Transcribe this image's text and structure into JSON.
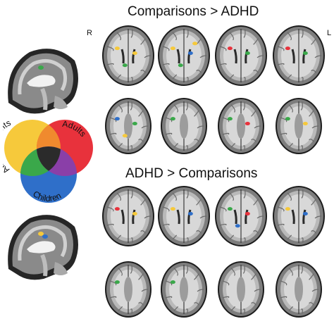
{
  "titles": {
    "top": "Comparisons > ADHD",
    "bottom": "ADHD > Comparisons"
  },
  "orientation": {
    "right": "R",
    "left": "L"
  },
  "legend": {
    "circles": [
      {
        "label": "All Participants",
        "color": "#f6c93b"
      },
      {
        "label": "Adults",
        "color": "#e8323c"
      },
      {
        "label": "Children",
        "color": "#2f6fc9"
      }
    ],
    "overlap_colors": {
      "participants_adults": "#f08a2e",
      "participants_children": "#3aa84a",
      "adults_children": "#8a3fa8",
      "all": "#2b2b2b"
    }
  },
  "top_panel": {
    "slices": [
      {
        "blobs": [
          {
            "color": "#f6c93b"
          },
          {
            "color": "#f6c93b"
          },
          {
            "color": "#3aa84a"
          }
        ]
      },
      {
        "blobs": [
          {
            "color": "#f6c93b"
          },
          {
            "color": "#2f6fc9"
          },
          {
            "color": "#3aa84a"
          },
          {
            "color": "#f6c93b"
          }
        ]
      },
      {
        "blobs": [
          {
            "color": "#e8323c"
          },
          {
            "color": "#3aa84a"
          }
        ]
      },
      {
        "blobs": [
          {
            "color": "#e8323c"
          },
          {
            "color": "#3aa84a"
          }
        ]
      },
      {
        "blobs": [
          {
            "color": "#2f6fc9"
          },
          {
            "color": "#3aa84a"
          },
          {
            "color": "#f6c93b"
          }
        ]
      },
      {
        "blobs": [
          {
            "color": "#3aa84a"
          }
        ]
      },
      {
        "blobs": [
          {
            "color": "#3aa84a"
          },
          {
            "color": "#e8323c"
          }
        ]
      },
      {
        "blobs": [
          {
            "color": "#3aa84a"
          },
          {
            "color": "#f6c93b"
          }
        ]
      }
    ]
  },
  "bottom_panel": {
    "slices": [
      {
        "blobs": [
          {
            "color": "#e8323c"
          },
          {
            "color": "#f6c93b"
          }
        ]
      },
      {
        "blobs": [
          {
            "color": "#f6c93b"
          },
          {
            "color": "#2f6fc9"
          }
        ]
      },
      {
        "blobs": [
          {
            "color": "#3aa84a"
          },
          {
            "color": "#e8323c"
          },
          {
            "color": "#2f6fc9"
          }
        ]
      },
      {
        "blobs": [
          {
            "color": "#f6c93b"
          },
          {
            "color": "#2f6fc9"
          }
        ]
      },
      {
        "blobs": [
          {
            "color": "#3aa84a"
          }
        ]
      },
      {
        "blobs": [
          {
            "color": "#3aa84a"
          }
        ]
      },
      {
        "blobs": []
      },
      {
        "blobs": []
      }
    ]
  },
  "sagittal": {
    "top_blob_color": "#3aa84a",
    "bottom_blob_colors": [
      "#f6c93b",
      "#2f6fc9"
    ]
  }
}
